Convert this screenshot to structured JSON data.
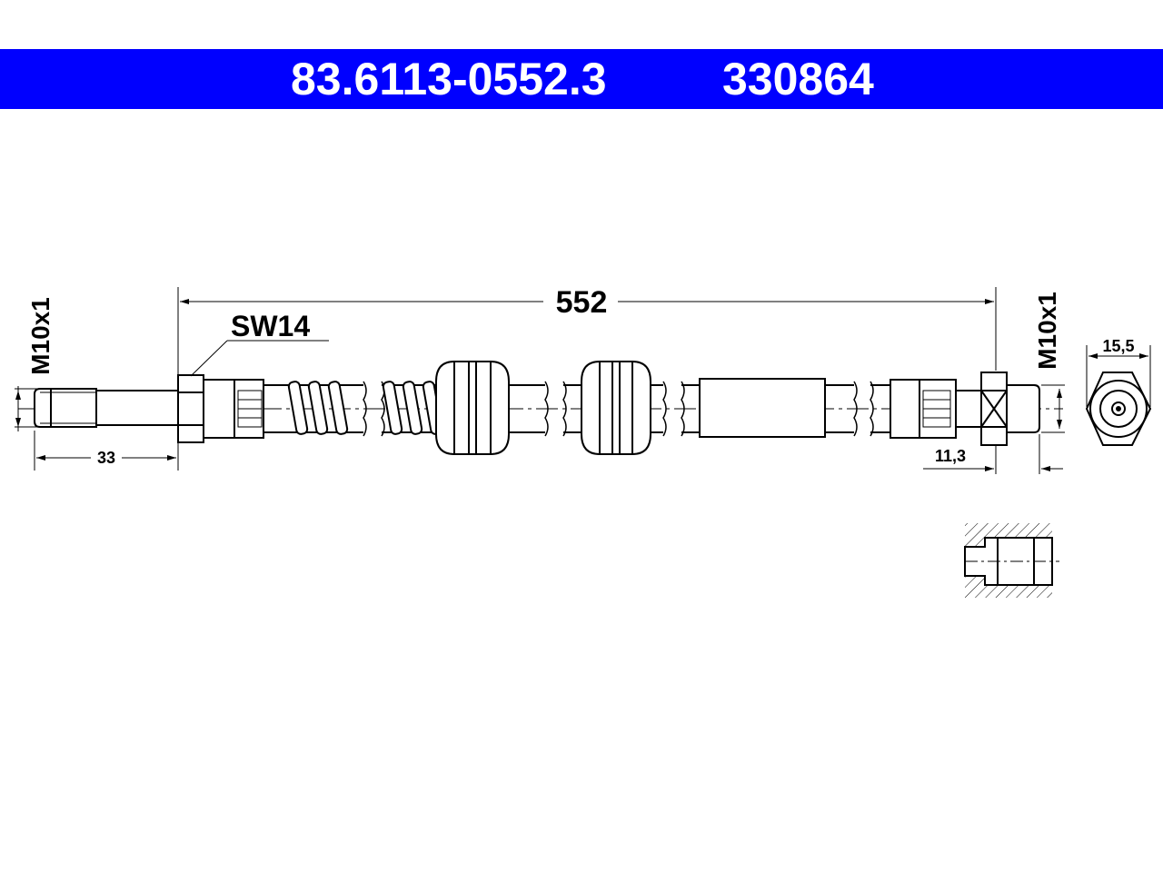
{
  "header": {
    "part_number": "83.6113-0552.3",
    "reference_number": "330864",
    "background_color": "#0000ff",
    "text_color": "#ffffff"
  },
  "dimensions": {
    "overall_length": "552",
    "wrench_size": "SW14",
    "left_thread": "M10x1",
    "right_thread": "M10x1",
    "left_fitting_length": "33",
    "right_fitting_length": "11,3",
    "end_view_diameter": "15,5"
  }
}
